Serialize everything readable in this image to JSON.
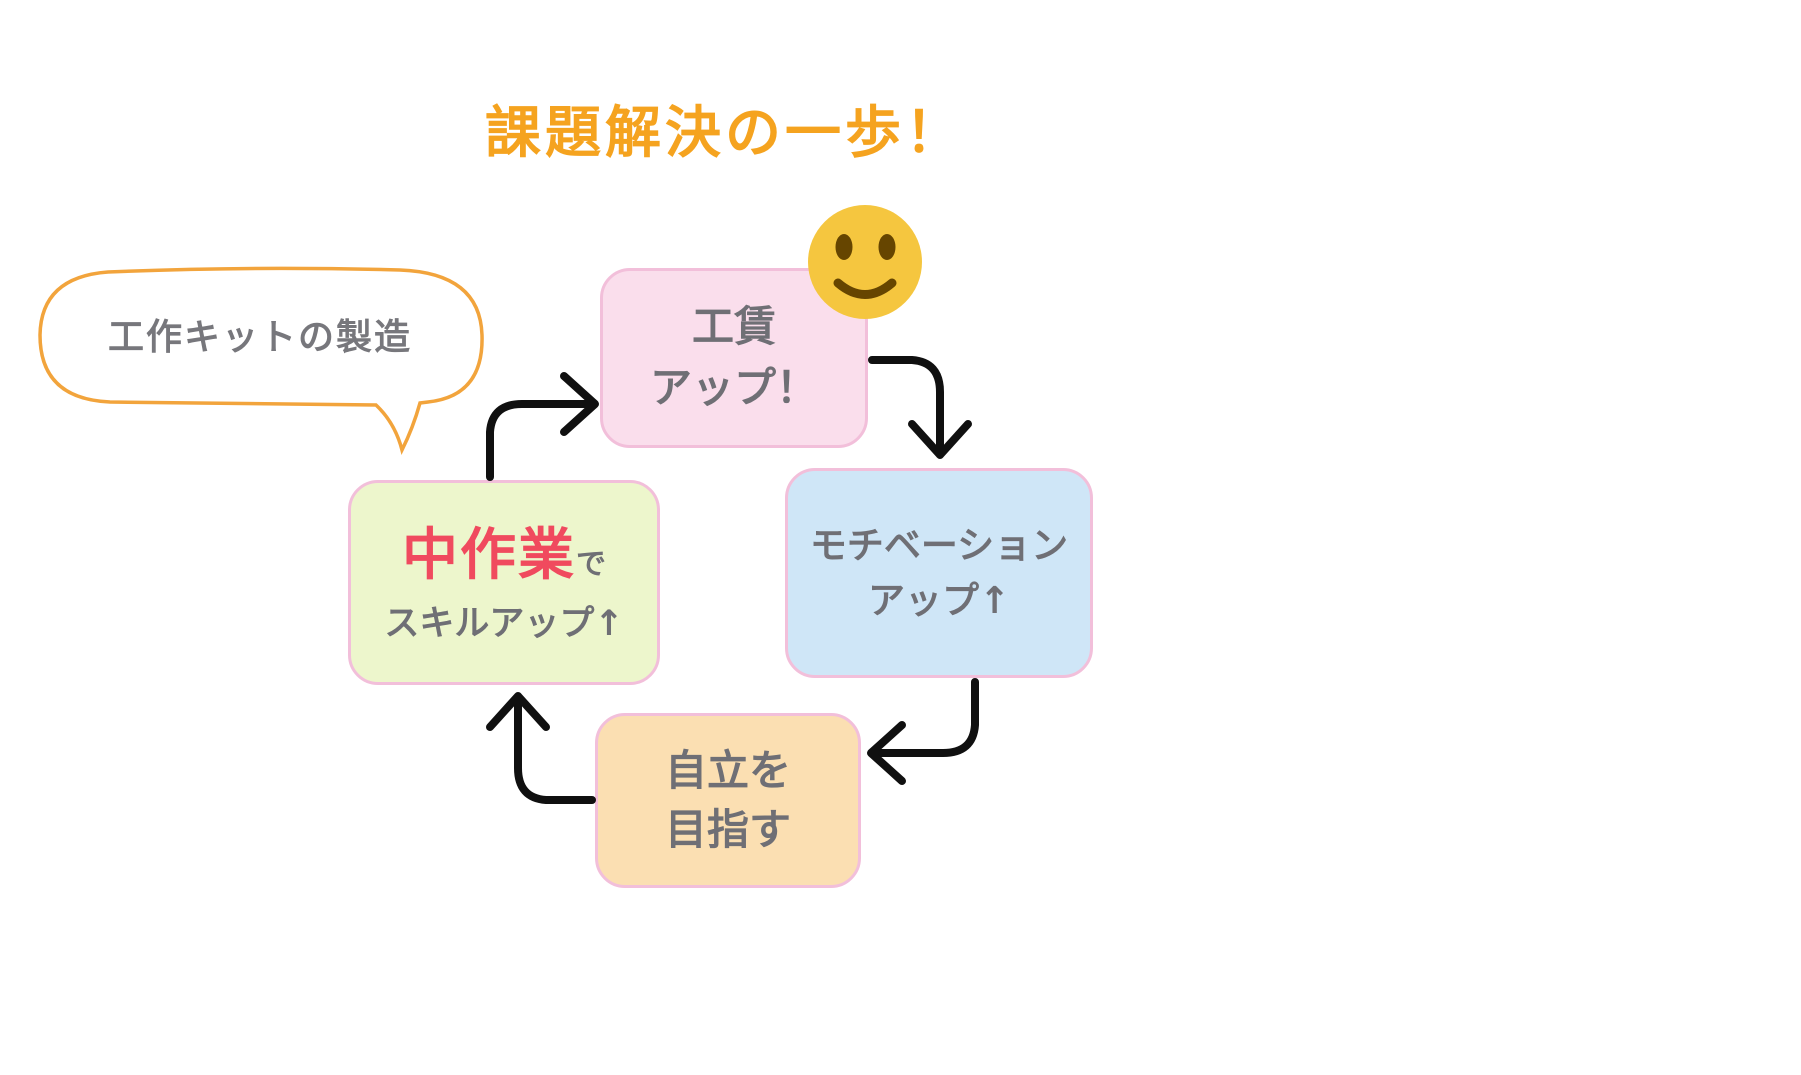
{
  "title": "課題解決の一歩！",
  "bubble": {
    "text": "工作キットの製造"
  },
  "diagram": {
    "boxes": [
      {
        "id": "wage",
        "line1": "工賃",
        "line2": "アップ！",
        "bg": "#FADEEC",
        "border": "#F2BFDA"
      },
      {
        "id": "motivation",
        "line1": "モチベーション",
        "line2": "アップ↑",
        "bg": "#CFE6F7",
        "border": "#F2BFDA"
      },
      {
        "id": "independence",
        "line1": "自立を",
        "line2": "目指す",
        "bg": "#FBDFB2",
        "border": "#F2BFDA"
      },
      {
        "id": "skill",
        "highlight": "中作業",
        "suffix": "で",
        "line2": "スキルアップ↑",
        "bg": "#EDF6CC",
        "border": "#F2BFDA",
        "highlight_color": "#F04A5E"
      }
    ],
    "cycle_order": [
      "skill",
      "wage",
      "motivation",
      "independence"
    ],
    "colors": {
      "title": "#F5A31F",
      "text_gray": "#6f6f75",
      "arrow": "#101010",
      "bubble_border": "#F2A43C",
      "smiley_body": "#F5C63F",
      "smiley_features": "#664500"
    }
  },
  "icons": {
    "smiley": "smiley-face-icon"
  }
}
